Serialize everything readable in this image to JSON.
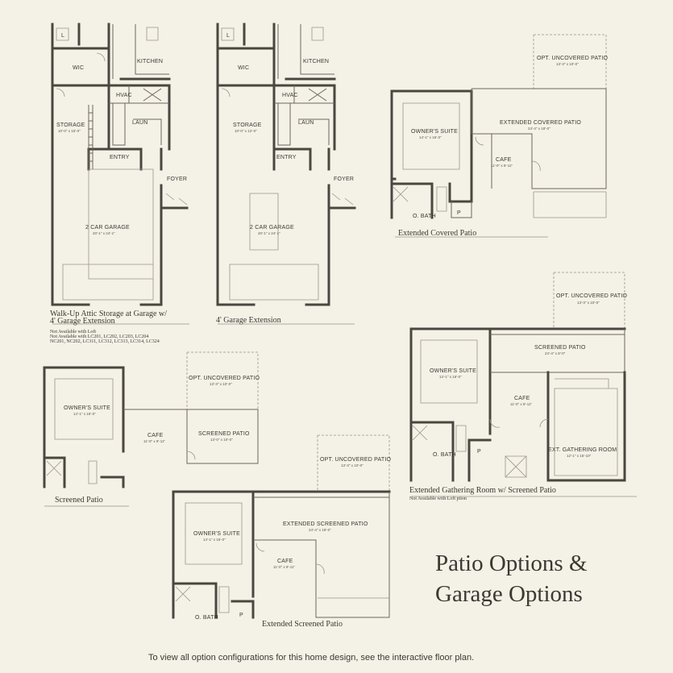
{
  "title": {
    "line1": "Patio Options &",
    "line2": "Garage Options"
  },
  "footer": "To view all option configurations for this home design, see the interactive floor plan.",
  "plans": {
    "walkup": {
      "caption1": "Walk-Up Attic Storage at Garage w/",
      "caption2": "4' Garage Extension",
      "note1": "Not Available with Loft",
      "note2": "Not Available with LC201, LC202, LC203, LC204",
      "note3": "NC201, NC202, LC311, LC312, LC313, LC314, LC324",
      "rooms": {
        "l": "L",
        "wic": "WIC",
        "kitchen": "KITCHEN",
        "hvac": "HVAC",
        "laun": "LAUN",
        "storage": "STORAGE",
        "storage_dim": "10'-0\" x 15'-0\"",
        "entry": "ENTRY",
        "foyer": "FOYER",
        "garage": "2 CAR GARAGE",
        "garage_dim": "20'-1\" x 24'-1\""
      }
    },
    "garage_ext": {
      "caption": "4' Garage Extension",
      "rooms": {
        "l": "L",
        "wic": "WIC",
        "kitchen": "KITCHEN",
        "hvac": "HVAC",
        "laun": "LAUN",
        "storage": "STORAGE",
        "storage_dim": "10'-0\" x 12'-0\"",
        "entry": "ENTRY",
        "foyer": "FOYER",
        "garage": "2 CAR GARAGE",
        "garage_dim": "20'-1\" x 24'-1\""
      }
    },
    "ext_covered": {
      "caption": "Extended Covered Patio",
      "rooms": {
        "opt_patio": "OPT. UNCOVERED PATIO",
        "opt_patio_dim": "13'-3\" x 10'-0\"",
        "suite": "OWNER'S SUITE",
        "suite_dim": "14'-1\" x 16'-0\"",
        "patio": "EXTENDED COVERED PATIO",
        "patio_dim": "24'-4\" x 18'-0\"",
        "cafe": "CAFE",
        "cafe_dim": "11'-0\" x 9'-11\"",
        "bath": "O. BATH",
        "p": "P"
      }
    },
    "ext_gathering": {
      "caption": "Extended Gathering Room w/ Screened Patio",
      "note": "Not Available with Loft    ption",
      "rooms": {
        "opt_patio": "OPT. UNCOVERED PATIO",
        "opt_patio_dim": "13'-3\" x 10'-0\"",
        "suite": "OWNER'S SUITE",
        "suite_dim": "14'-1\" x 16'-0\"",
        "patio": "SCREENED PATIO",
        "patio_dim": "24'-4\" x 8'-0\"",
        "cafe": "CAFE",
        "cafe_dim": "11'-0\" x 9'-11\"",
        "gathering": "EXT. GATHERING ROOM",
        "gathering_dim": "12'-1\" x 16'-10\"",
        "bath": "O. BATH",
        "p": "P"
      }
    },
    "screened": {
      "caption": "Screened Patio",
      "rooms": {
        "opt_patio": "OPT. UNCOVERED PATIO",
        "opt_patio_dim": "13'-3\" x 10'-0\"",
        "suite": "OWNER'S SUITE",
        "suite_dim": "14'-1\" x 16'-0\"",
        "cafe": "CAFE",
        "cafe_dim": "11'-0\" x 9'-11\"",
        "patio": "SCREENED PATIO",
        "patio_dim": "13'-0\" x 10'-0\""
      }
    },
    "ext_screened": {
      "caption": "Extended Screened Patio",
      "rooms": {
        "opt_patio": "OPT. UNCOVERED PATIO",
        "opt_patio_dim": "13'-3\" x 10'-0\"",
        "suite": "OWNER'S SUITE",
        "suite_dim": "14'-1\" x 16'-0\"",
        "patio": "EXTENDED SCREENED PATIO",
        "patio_dim": "24'-4\" x 18'-0\"",
        "cafe": "CAFE",
        "cafe_dim": "11'-0\" x 9'-11\"",
        "bath": "O. BATH",
        "p": "P"
      }
    }
  }
}
